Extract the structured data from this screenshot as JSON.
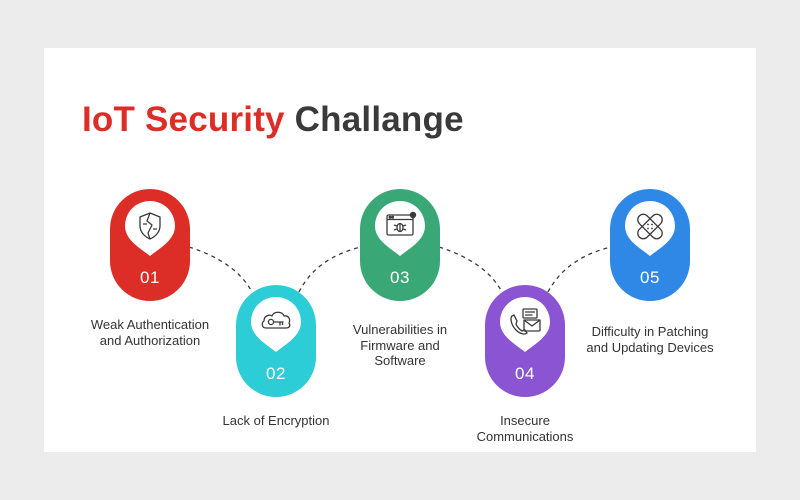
{
  "title": {
    "accent": "IoT Security",
    "rest": "Challange"
  },
  "colors": {
    "red": "#dc2d27",
    "cyan": "#2ccdd6",
    "green": "#3aa876",
    "purple": "#8b54d2",
    "blue": "#2f88e6"
  },
  "steps": [
    {
      "number": "01",
      "label": "Weak Authentication\nand Authorization",
      "icon": "shield-broken-icon",
      "color": "#dc2d27"
    },
    {
      "number": "02",
      "label": "Lack of Encryption",
      "icon": "cloud-key-icon",
      "color": "#2ccdd6"
    },
    {
      "number": "03",
      "label": "Vulnerabilities in\nFirmware and\nSoftware",
      "icon": "browser-bug-icon",
      "color": "#3aa876"
    },
    {
      "number": "04",
      "label": "Insecure\nCommunications",
      "icon": "phone-mail-icon",
      "color": "#8b54d2"
    },
    {
      "number": "05",
      "label": "Difficulty in Patching\nand Updating Devices",
      "icon": "bandage-icon",
      "color": "#2f88e6"
    }
  ]
}
